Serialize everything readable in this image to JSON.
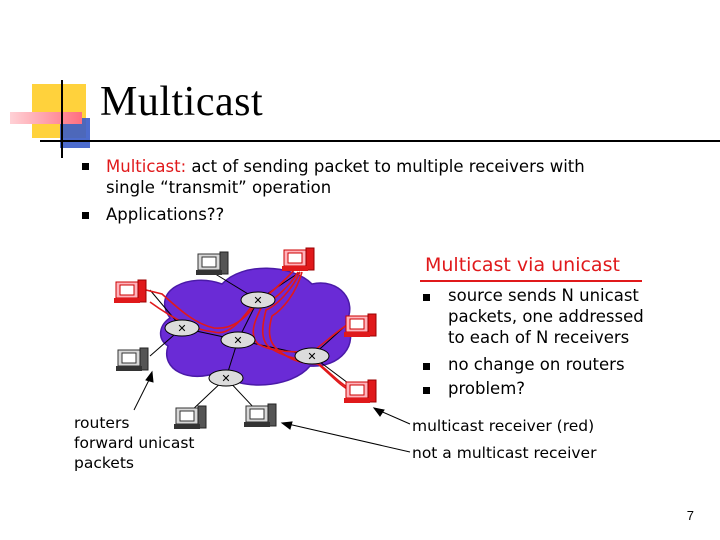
{
  "slide": {
    "title": "Multicast",
    "bullets": [
      {
        "term": "Multicast:",
        "text": " act of sending packet to multiple receivers with",
        "cont": "single “transmit” operation"
      },
      {
        "text": "Applications??"
      }
    ],
    "panel": {
      "title": "Multicast via unicast",
      "bullets": [
        {
          "lines": [
            "source sends N unicast",
            "packets, one addressed",
            "to each of N receivers"
          ]
        },
        {
          "lines": [
            "no change on routers"
          ]
        },
        {
          "lines": [
            "problem?"
          ]
        }
      ]
    },
    "left_label": [
      "routers",
      "forward unicast",
      "packets"
    ],
    "legend": {
      "receiver": "multicast receiver (red)",
      "non_receiver": "not a multicast receiver"
    },
    "page_number": "7",
    "colors": {
      "accent_red": "#e0191b",
      "cloud": "#6a2bd6",
      "deco_yellow": "#ffd23c",
      "deco_blue": "#3a5cc8"
    }
  }
}
